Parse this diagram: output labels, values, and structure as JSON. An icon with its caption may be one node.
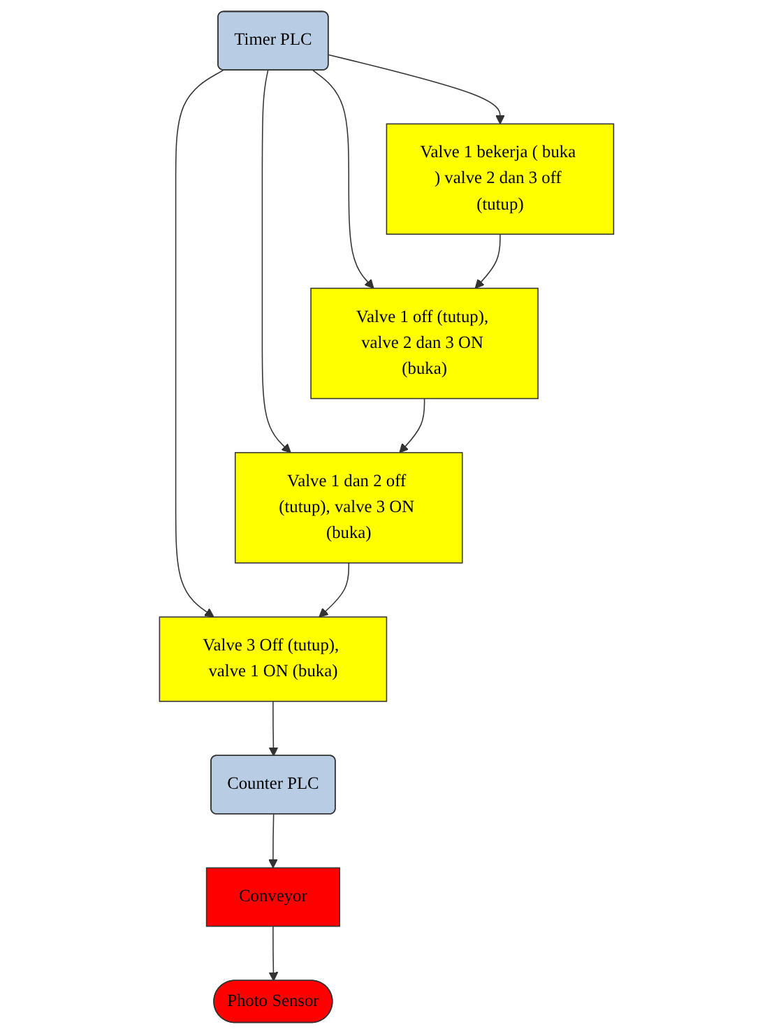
{
  "diagram": {
    "nodes": [
      {
        "text": [
          "Timer PLC"
        ]
      },
      {
        "text": [
          "Valve 1 bekerja ( buka ) valve 2 dan 3 off (tutup)"
        ]
      },
      {
        "text": [
          "Valve 1 off (tutup), valve 2 dan 3 ON (buka)"
        ]
      },
      {
        "text": [
          "Valve 1 dan 2 off (tutup), valve 3 ON (buka)"
        ]
      },
      {
        "text": [
          "Valve 3 Off (tutup), valve 1 ON (buka)"
        ]
      },
      {
        "text": [
          "Counter PLC"
        ]
      },
      {
        "text": [
          "Conveyor"
        ]
      },
      {
        "text": [
          "Photo Sensor"
        ]
      }
    ],
    "edges": [
      {
        "from": 0,
        "to": 1,
        "arrow": "to"
      },
      {
        "from": 0,
        "to": 2,
        "arrow": "to"
      },
      {
        "from": 0,
        "to": 3,
        "arrow": "to"
      },
      {
        "from": 0,
        "to": 4,
        "arrow": "to"
      },
      {
        "from": 1,
        "to": 2,
        "arrow": "to"
      },
      {
        "from": 2,
        "to": 3,
        "arrow": "to"
      },
      {
        "from": 3,
        "to": 4,
        "arrow": "to"
      },
      {
        "from": 4,
        "to": 5,
        "arrow": "to"
      },
      {
        "from": 5,
        "to": 6,
        "arrow": "to"
      },
      {
        "from": 6,
        "to": 7,
        "arrow": "to"
      }
    ]
  }
}
